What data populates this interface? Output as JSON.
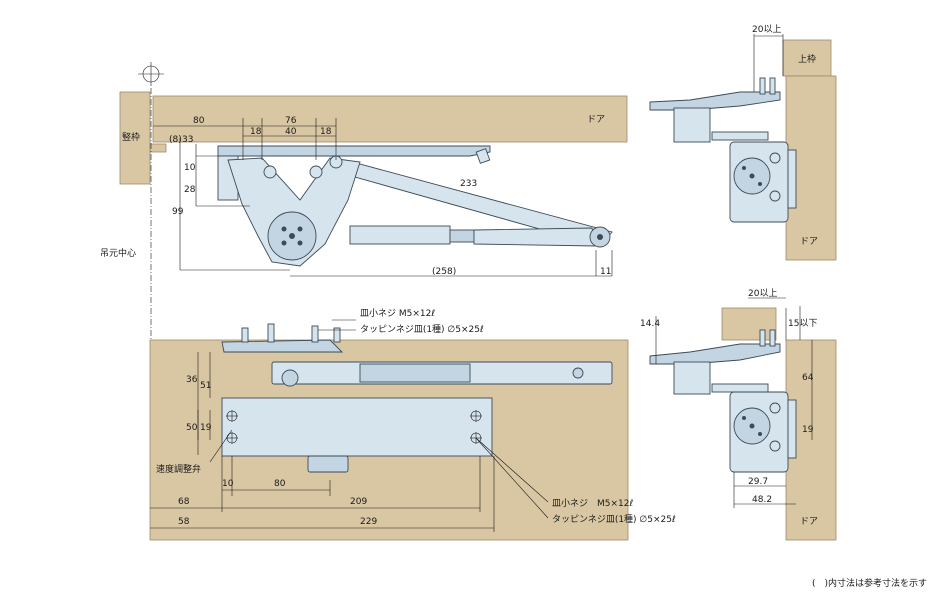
{
  "labels": {
    "frame_left": "竪枠",
    "door_top": "ドア",
    "pivot_center": "吊元中心",
    "top_frame_right": "上枠",
    "door_right_top": "ドア",
    "door_right_bottom": "ドア",
    "speed_valve": "速度調整弁",
    "note": "(　)内寸法は参考寸法を示す"
  },
  "screws_top": {
    "line1": "皿小ネジ M5×12ℓ",
    "line2": "タッピンネジ皿(1種) ∅5×25ℓ"
  },
  "screws_bottom": {
    "line1": "皿小ネジ　M5×12ℓ",
    "line2": "タッピンネジ皿(1種) ∅5×25ℓ"
  },
  "dims_top": {
    "d80": "80",
    "d76": "76",
    "d18a": "18",
    "d40": "40",
    "d18b": "18",
    "d8": "(8)",
    "d33": "33",
    "d10": "10",
    "d28": "28",
    "d99": "99",
    "d233": "233",
    "d258": "(258)",
    "d11": "11"
  },
  "dims_bottom": {
    "d36": "36",
    "d51": "51",
    "d50": "50",
    "d19": "19",
    "d10": "10",
    "d80": "80",
    "d68": "68",
    "d209": "209",
    "d58": "58",
    "d229": "229"
  },
  "dims_right_top": {
    "d20": "20以上"
  },
  "dims_right_bottom": {
    "d20": "20以上",
    "d15": "15以下",
    "d144": "14.4",
    "d64": "64",
    "d19": "19",
    "d297": "29.7",
    "d482": "48.2"
  }
}
